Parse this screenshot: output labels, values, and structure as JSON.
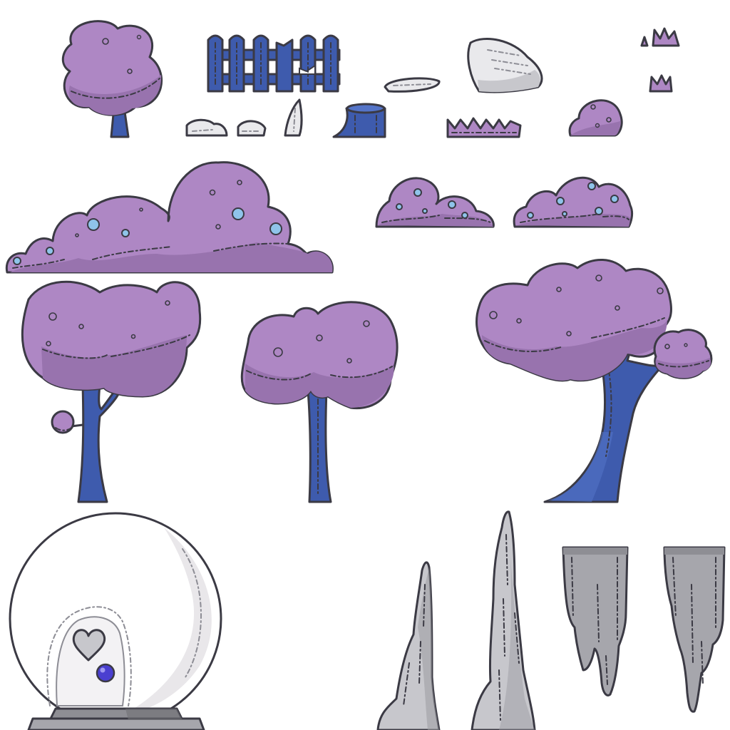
{
  "sheet": {
    "kind": "game sprite sheet",
    "background": "#ffffff"
  },
  "palette": {
    "foliage": "#ae87c4",
    "foliage_shadow": "#9873ae",
    "trunk": "#3e5bad",
    "trunk_light": "#5474c8",
    "outline": "#3b3a44",
    "stone": "#c7c7cc",
    "stone_light": "#e9e9ec",
    "stone_dark": "#9a9aa0",
    "berry": "#8fc4ea",
    "orb": "#4a3fd0",
    "glass": "#ffffff",
    "glass_shade": "#e9e7ea",
    "pedestal": "#8e8e94",
    "pedestal_dark": "#6f6f75"
  },
  "sprites": [
    {
      "name": "small-purple-tree",
      "icon": "tree-icon"
    },
    {
      "name": "blue-picket-fence",
      "icon": "fence-icon"
    },
    {
      "name": "flat-pebble",
      "icon": "pebble-icon"
    },
    {
      "name": "large-gray-boulder",
      "icon": "rock-icon"
    },
    {
      "name": "small-grass-tuft-a",
      "icon": "grass-icon"
    },
    {
      "name": "small-grass-tuft-b",
      "icon": "grass-icon"
    },
    {
      "name": "rock-cluster-a",
      "icon": "rock-icon"
    },
    {
      "name": "rock-cluster-b",
      "icon": "rock-icon"
    },
    {
      "name": "standing-shard-rock",
      "icon": "rock-icon"
    },
    {
      "name": "tree-stump",
      "icon": "stump-icon"
    },
    {
      "name": "grass-strip",
      "icon": "grass-icon"
    },
    {
      "name": "small-round-bush",
      "icon": "bush-icon"
    },
    {
      "name": "long-berry-bush",
      "icon": "bush-icon"
    },
    {
      "name": "medium-berry-bush-a",
      "icon": "bush-icon"
    },
    {
      "name": "medium-berry-bush-b",
      "icon": "bush-icon"
    },
    {
      "name": "tree-with-branch",
      "icon": "tree-icon"
    },
    {
      "name": "straight-tree",
      "icon": "tree-icon"
    },
    {
      "name": "curved-tree",
      "icon": "tree-icon"
    },
    {
      "name": "glass-dome-with-heart",
      "icon": "heart-icon"
    },
    {
      "name": "stalagmite-small",
      "icon": "stalagmite-icon"
    },
    {
      "name": "stalagmite-tall",
      "icon": "stalagmite-icon"
    },
    {
      "name": "stalactite-a",
      "icon": "stalactite-icon"
    },
    {
      "name": "stalactite-b",
      "icon": "stalactite-icon"
    }
  ]
}
